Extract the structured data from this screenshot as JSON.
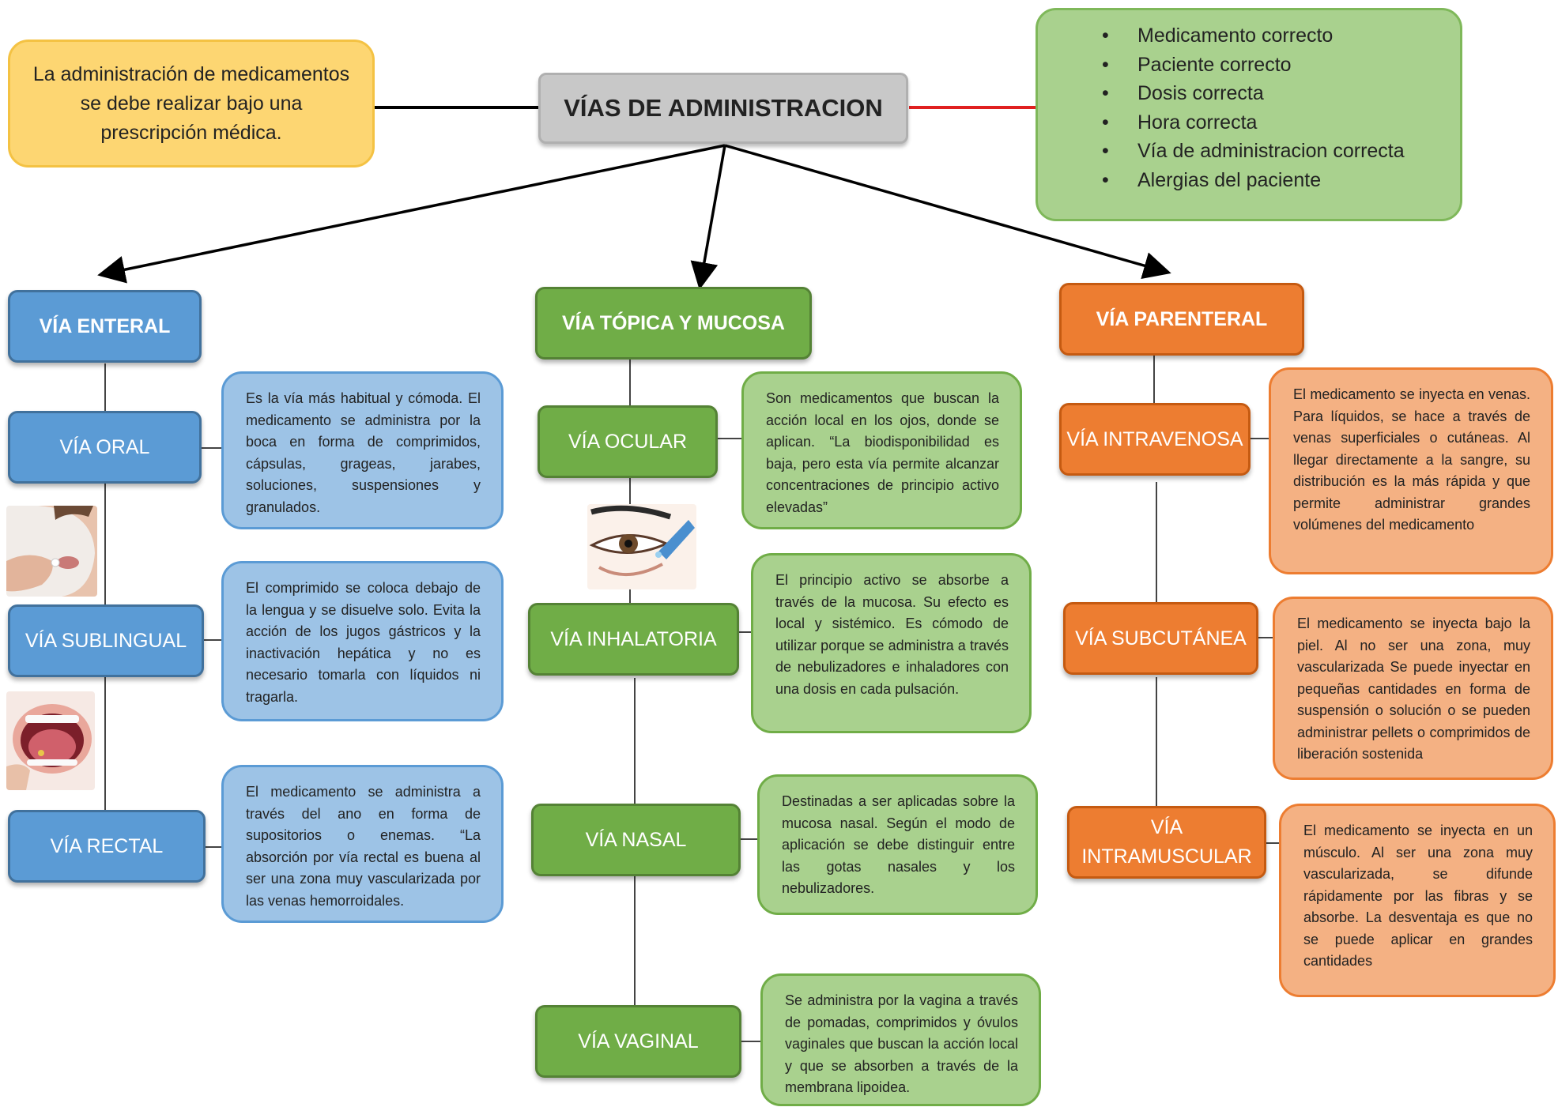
{
  "title": "VÍAS DE ADMINISTRACION",
  "intro_note": "La administración de medicamentos se debe realizar bajo una prescripción médica.",
  "checklist": [
    "Medicamento correcto",
    "Paciente correcto",
    "Dosis correcta",
    "Hora correcta",
    "Vía de administracion correcta",
    "Alergias del paciente"
  ],
  "enteral": {
    "title": "VÍA ENTERAL",
    "routes": [
      {
        "name": "VÍA ORAL",
        "desc": "Es la vía más habitual y cómoda. El medicamento se administra por la boca en forma de comprimidos, cápsulas, grageas, jarabes, soluciones, suspensiones y granulados."
      },
      {
        "name": "VÍA SUBLINGUAL",
        "desc": "El comprimido se coloca debajo de la lengua y se disuelve solo.  Evita la acción de los jugos gástricos y la inactivación hepática y no es necesario tomarla con líquidos ni tragarla."
      },
      {
        "name": "VÍA RECTAL",
        "desc": "El medicamento se administra a través del ano en forma de supositorios o enemas. “La absorción por vía rectal es buena al ser una zona muy vascularizada por las venas hemorroidales."
      }
    ]
  },
  "topica": {
    "title": "VÍA TÓPICA Y MUCOSA",
    "routes": [
      {
        "name": "VÍA OCULAR",
        "desc": "Son medicamentos que buscan la acción local en los ojos, donde se aplican. “La biodisponibilidad es baja, pero esta vía permite alcanzar concentraciones de principio activo elevadas”"
      },
      {
        "name": "VÍA INHALATORIA",
        "desc": "El principio activo se absorbe a través de la mucosa. Su efecto es local y sistémico. Es cómodo de utilizar porque se administra a través de nebulizadores e inhaladores con una dosis en cada pulsación."
      },
      {
        "name": "VÍA NASAL",
        "desc": "Destinadas a ser aplicadas sobre la mucosa nasal. Según el modo de aplicación se debe distinguir entre las gotas nasales y los nebulizadores."
      },
      {
        "name": "VÍA VAGINAL",
        "desc": "Se administra por la vagina a través de pomadas, comprimidos y óvulos vaginales que buscan la acción local y que se absorben a través de la membrana lipoidea."
      }
    ]
  },
  "parenteral": {
    "title": "VÍA PARENTERAL",
    "routes": [
      {
        "name": "VÍA INTRAVENOSA",
        "desc": "El medicamento se inyecta en venas. Para líquidos, se hace a través de venas superficiales o cutáneas. Al llegar directamente a la sangre, su distribución es la más rápida y que permite administrar grandes volúmenes del medicamento"
      },
      {
        "name": "VÍA SUBCUTÁNEA",
        "desc": "El medicamento se inyecta bajo la piel. Al no ser una zona, muy vascularizada Se puede inyectar en pequeñas cantidades  en forma de suspensión o solución o se pueden administrar pellets o comprimidos de liberación sostenida"
      },
      {
        "name": "VÍA INTRAMUSCULAR",
        "desc": "El medicamento se inyecta en un músculo. Al ser una zona muy vascularizada, se difunde rápidamente por las fibras y se absorbe. La desventaja es que no se puede aplicar en grandes cantidades"
      }
    ]
  },
  "illustrations": [
    "person-taking-pill",
    "mouth-sublingual",
    "eye-drops"
  ],
  "colors": {
    "enteral": "#5b9bd5",
    "topica": "#70ad47",
    "parenteral": "#ed7d31",
    "title_box": "#c8c8c8",
    "note_box": "#fdd672",
    "checklist_box": "#a9d18e",
    "checklist_link": "#e02020"
  }
}
